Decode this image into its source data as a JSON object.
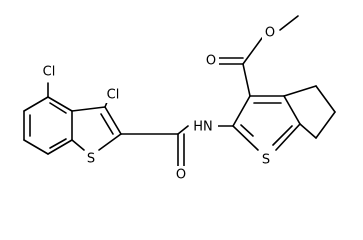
{
  "atoms": {
    "cl_top": "Cl",
    "cl_right": "Cl",
    "s_left": "S",
    "o_amide": "O",
    "nh": "HN",
    "s_right": "S",
    "o_carbonyl": "O",
    "o_ester": "O"
  },
  "colors": {
    "bond": "#000000",
    "label": "#000000",
    "background": "#ffffff"
  }
}
